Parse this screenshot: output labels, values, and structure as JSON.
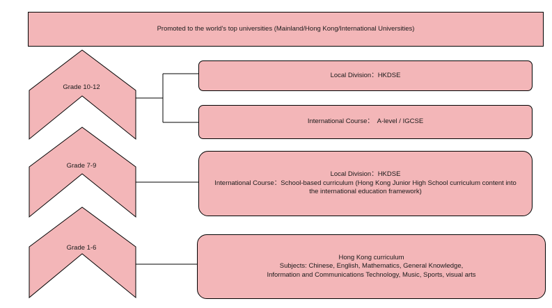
{
  "top": {
    "text": "Promoted to the world's top universities (Mainland/Hong Kong/International Universities)"
  },
  "stages": [
    {
      "label": "Grade 10-12"
    },
    {
      "label": "Grade 7-9"
    },
    {
      "label": "Grade 1-6"
    }
  ],
  "boxes": {
    "senior_local": "Local Division：HKDSE",
    "senior_international": "International Course：  A-level / IGCSE",
    "junior": [
      "Local Division：HKDSE",
      "International Course：School-based curriculum (Hong Kong Junior High School curriculum content into",
      "the international education framework)"
    ],
    "primary": [
      "Hong Kong curriculum",
      "Subjects: Chinese, English, Mathematics, General Knowledge,",
      "Information and Communications Technology, Music, Sports, visual arts"
    ]
  },
  "colors": {
    "fill": "#f3b6b8",
    "stroke": "#000000"
  }
}
